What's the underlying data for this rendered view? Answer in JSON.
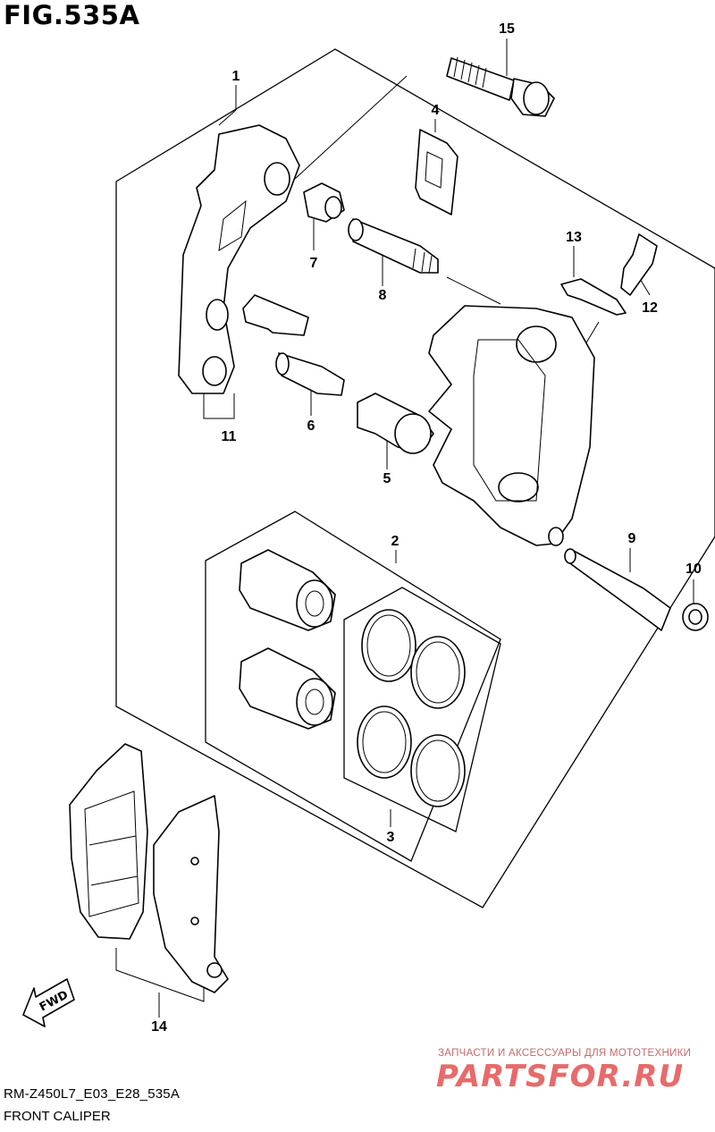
{
  "figure": {
    "title": "FIG.535A"
  },
  "callouts": {
    "p1": "1",
    "p2": "2",
    "p3": "3",
    "p4": "4",
    "p5": "5",
    "p6": "6",
    "p7": "7",
    "p8": "8",
    "p9": "9",
    "p10": "10",
    "p11": "11",
    "p12": "12",
    "p13": "13",
    "p14": "14",
    "p15": "15"
  },
  "direction_arrow": {
    "label": "FWD"
  },
  "footer": {
    "code": "RM-Z450L7_E03_E28_535A",
    "name": "FRONT CALIPER"
  },
  "watermark": {
    "tagline": "ЗАПЧАСТИ И АКСЕССУАРЫ ДЛЯ МОТОТЕХНИКИ",
    "brand": "PARTSFOR.RU"
  }
}
